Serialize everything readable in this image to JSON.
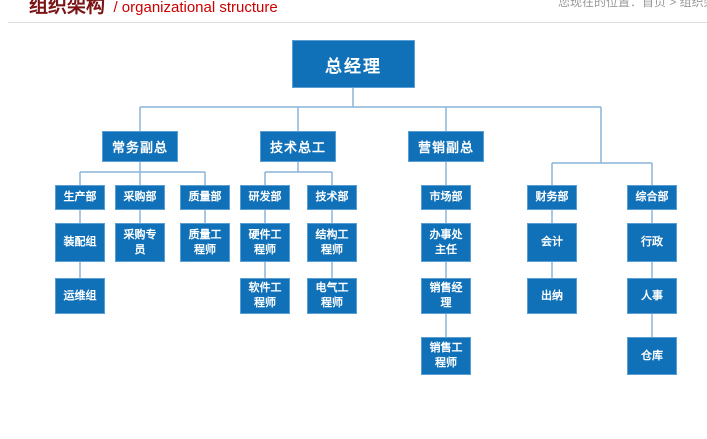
{
  "page": {
    "title_cn": "组织架构",
    "title_en": "/ organizational structure",
    "breadcrumb": "您现在的位置：首页 > 组织架构"
  },
  "colors": {
    "box_fill": "#1071b8",
    "box_border": "#5a9fd4",
    "connector_line": "#8ab4d8",
    "title_cn_color": "#7b1414",
    "title_en_color": "#cc0000",
    "breadcrumb_color": "#999999"
  },
  "org": {
    "nodes": [
      {
        "label": "总经理",
        "parent": null
      },
      {
        "label": "常务副总",
        "parent": "总经理"
      },
      {
        "label": "技术总工",
        "parent": "总经理"
      },
      {
        "label": "营销副总",
        "parent": "总经理"
      },
      {
        "label": "生产部",
        "parent": "常务副总"
      },
      {
        "label": "采购部",
        "parent": "常务副总"
      },
      {
        "label": "质量部",
        "parent": "常务副总"
      },
      {
        "label": "研发部",
        "parent": "技术总工"
      },
      {
        "label": "技术部",
        "parent": "技术总工"
      },
      {
        "label": "市场部",
        "parent": "营销副总"
      },
      {
        "label": "财务部",
        "parent": "总经理"
      },
      {
        "label": "综合部",
        "parent": "总经理"
      },
      {
        "label": "装配组",
        "parent": "生产部"
      },
      {
        "label": "采购专员",
        "parent": "采购部"
      },
      {
        "label": "质量工程师",
        "parent": "质量部"
      },
      {
        "label": "硬件工程师",
        "parent": "研发部"
      },
      {
        "label": "结构工程师",
        "parent": "技术部"
      },
      {
        "label": "办事处主任",
        "parent": "市场部"
      },
      {
        "label": "会计",
        "parent": "财务部"
      },
      {
        "label": "行政",
        "parent": "综合部"
      },
      {
        "label": "运维组",
        "parent": "装配组"
      },
      {
        "label": "软件工程师",
        "parent": "硬件工程师"
      },
      {
        "label": "电气工程师",
        "parent": "结构工程师"
      },
      {
        "label": "销售经理",
        "parent": "办事处主任"
      },
      {
        "label": "出纳",
        "parent": "会计"
      },
      {
        "label": "人事",
        "parent": "行政"
      },
      {
        "label": "销售工程师",
        "parent": "销售经理"
      },
      {
        "label": "仓库",
        "parent": "人事"
      }
    ]
  }
}
